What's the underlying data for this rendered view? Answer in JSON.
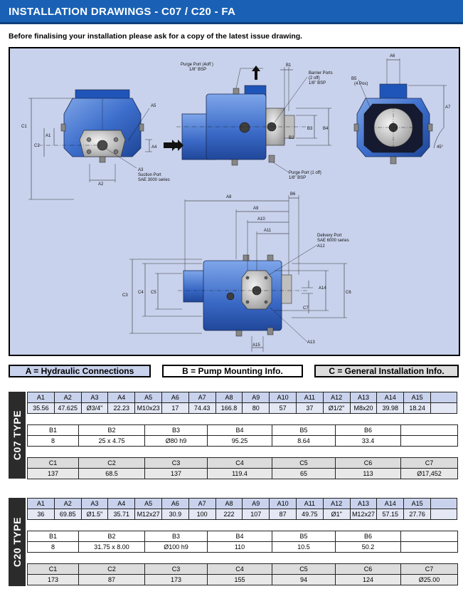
{
  "header": {
    "title": "INSTALLATION DRAWINGS - C07 / C20 - FA"
  },
  "subtitle": "Before finalising your installation please ask for a copy of the latest issue drawing.",
  "drawing": {
    "labels": {
      "A1": "A1",
      "A2": "A2",
      "A3": "A3",
      "A4": "A4",
      "A5": "A5",
      "A6": "A6",
      "A7": "A7",
      "A8": "A8",
      "A9": "A9",
      "A10": "A10",
      "A11": "A11",
      "A12": "A12",
      "A13": "A13",
      "A14": "A14",
      "A15": "A15",
      "B1": "B1",
      "B2": "B2",
      "B3": "B3",
      "B4": "B4",
      "B5": "B5",
      "B6": "B6",
      "C1": "C1",
      "C2": "C2",
      "C3": "C3",
      "C4": "C4",
      "C5": "C5",
      "C6": "C6",
      "C7": "C7"
    },
    "callouts": {
      "suction_port_1": "A3",
      "suction_port_2": "Suction Port",
      "suction_port_3": "SAE 3000 series",
      "purge_top_1": "Purge Port (4off )",
      "purge_top_2": "1/8\" BSP",
      "barrier_1": "Barrier Ports",
      "barrier_2": "(2 off)",
      "barrier_3": "1/8\" BSP",
      "purge_bottom_1": "Purge Port (1 off)",
      "purge_bottom_2": "1/8\" BSP",
      "delivery_1": "Delivery Port",
      "delivery_2": "SAE 6000 series",
      "delivery_3": "A12",
      "pitch": "(4 Pos)",
      "angle": "45°"
    }
  },
  "legend": {
    "a": "A = Hydraulic Connections",
    "b": "B = Pump Mounting Info.",
    "c": "C = General Installation Info."
  },
  "c07": {
    "label": "C07 TYPE",
    "a_headers": [
      "A1",
      "A2",
      "A3",
      "A4",
      "A5",
      "A6",
      "A7",
      "A8",
      "A9",
      "A10",
      "A11",
      "A12",
      "A13",
      "A14",
      "A15",
      ""
    ],
    "a_values": [
      "35.56",
      "47.625",
      "Ø3/4\"",
      "22.23",
      "M10x23",
      "17",
      "74.43",
      "166.8",
      "80",
      "57",
      "37",
      "Ø1/2\"",
      "M8x20",
      "39.98",
      "18.24",
      ""
    ],
    "b_headers": [
      "B1",
      "B2",
      "B3",
      "B4",
      "B5",
      "B6",
      ""
    ],
    "b_values": [
      "8",
      "25 x 4.75",
      "Ø80 h9",
      "95.25",
      "8.64",
      "33.4",
      ""
    ],
    "c_headers": [
      "C1",
      "C2",
      "C3",
      "C4",
      "C5",
      "C6",
      "C7"
    ],
    "c_values": [
      "137",
      "68.5",
      "137",
      "119.4",
      "65",
      "113",
      "Ø17,452"
    ]
  },
  "c20": {
    "label": "C20 TYPE",
    "a_headers": [
      "A1",
      "A2",
      "A3",
      "A4",
      "A5",
      "A6",
      "A7",
      "A8",
      "A9",
      "A10",
      "A11",
      "A12",
      "A13",
      "A14",
      "A15",
      ""
    ],
    "a_values": [
      "36",
      "69.85",
      "Ø1.5\"",
      "35.71",
      "M12x27",
      "30.9",
      "100",
      "222",
      "107",
      "87",
      "49.75",
      "Ø1\"",
      "M12x27",
      "57.15",
      "27.76",
      ""
    ],
    "b_headers": [
      "B1",
      "B2",
      "B3",
      "B4",
      "B5",
      "B6",
      ""
    ],
    "b_values": [
      "8",
      "31.75 x 8.00",
      "Ø100 h9",
      "110",
      "10.5",
      "50.2",
      ""
    ],
    "c_headers": [
      "C1",
      "C2",
      "C3",
      "C4",
      "C5",
      "C6",
      "C7"
    ],
    "c_values": [
      "173",
      "87",
      "173",
      "155",
      "94",
      "124",
      "Ø25.00"
    ]
  }
}
